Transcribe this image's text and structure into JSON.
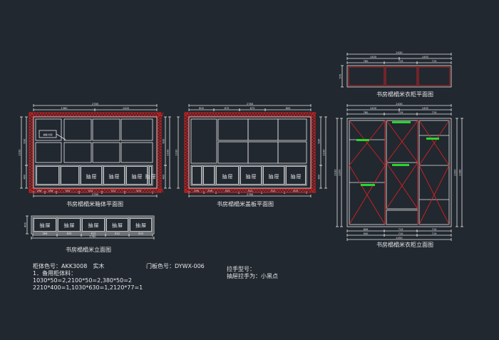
{
  "colors": {
    "background": "#212830",
    "line": "#e6e6e6",
    "accent": "#d42020",
    "highlight": "#2bd62b"
  },
  "titles": {
    "cabinet_plan": "书房榻榻米箱体平面图",
    "door_plan": "书房榻榻米盖板平面图",
    "front_elevation": "书房榻榻米立面图",
    "wardrobe_plan": "书房榻榻米衣柜平面图",
    "wardrobe_elevation": "书房榻榻米衣柜立面图"
  },
  "notes": {
    "body_color": "柜体色号：AKK3008　实木",
    "door_color": "门板色号：DYWX-006",
    "line1": "1．备用柜体料：",
    "line2": "1030*50=2,2100*50=2,380*50=2",
    "line3": "2210*400=1,1030*630=1,2120*77=1",
    "handle_model": "拉手型号：",
    "drawer_handle": "抽屉拉手为：小黑点"
  },
  "drawer_label": [
    "抽",
    "屉"
  ],
  "dimensions": {
    "total_width": "2780",
    "upper_split": [
      "1380",
      "1400"
    ],
    "upper_sub": [
      "800",
      "675",
      "675",
      "800"
    ],
    "bottom_row": [
      "296",
      "256",
      "503",
      "512",
      "512",
      "503"
    ],
    "bottom_total": "2780",
    "height_total": "1030",
    "side": [
      "630",
      "400"
    ],
    "small_height": "400",
    "small_row": [
      "256",
      "503",
      "512",
      "512",
      "503"
    ],
    "wardrobe_width": "2430",
    "wardrobe_split": [
      "1450",
      "1492"
    ],
    "wardrobe_sub": [
      "780",
      "719",
      "719"
    ],
    "wardrobe_depth": "570",
    "wardrobe_height": [
      "2030",
      "2200",
      "2340"
    ],
    "wardrobe_bottom": [
      "806",
      "719",
      "719"
    ],
    "wardrobe_bottom2": [
      "900",
      "710",
      "719"
    ],
    "wardrobe_bottom_total": "2450",
    "callout": "抽屉/书架"
  }
}
